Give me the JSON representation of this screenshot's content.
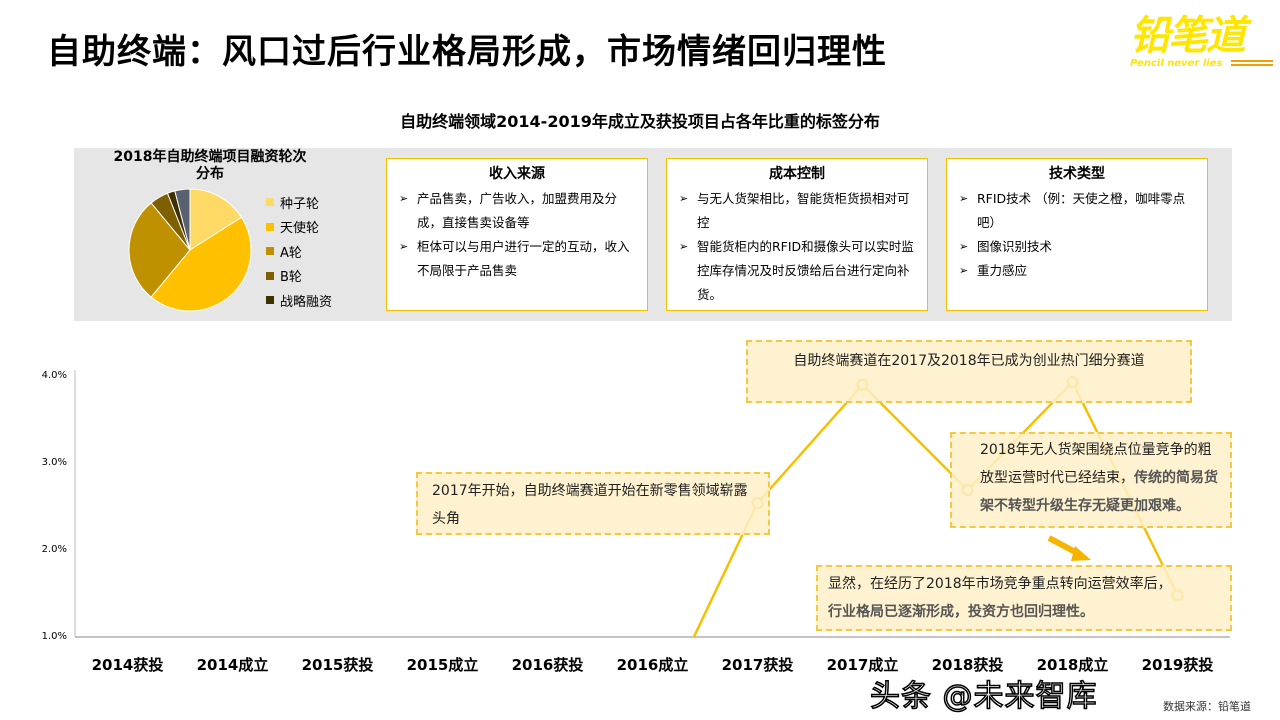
{
  "header": {
    "title": "自助终端：风口过后行业格局形成，市场情绪回归理性",
    "logo_text": "铅笔道",
    "logo_slogan": "Pencil never lies"
  },
  "subtitle": "自助终端领域2014-2019年成立及获投项目占各年比重的标签分布",
  "pie": {
    "title": "2018年自助终端项目融资轮次分布",
    "slices": [
      {
        "label": "种子轮",
        "value": 16,
        "color": "#ffd966"
      },
      {
        "label": "天使轮",
        "value": 45,
        "color": "#ffc000"
      },
      {
        "label": "A轮",
        "value": 28,
        "color": "#bf9000"
      },
      {
        "label": "B轮",
        "value": 5,
        "color": "#7f6000"
      },
      {
        "label": "战略融资",
        "value": 2,
        "color": "#3f3000"
      },
      {
        "label": "",
        "value": 4,
        "color": "#596070"
      }
    ]
  },
  "boxes": [
    {
      "title": "收入来源",
      "items": [
        "产品售卖，广告收入，加盟费用及分成，直接售卖设备等",
        "柜体可以与用户进行一定的互动，收入不局限于产品售卖"
      ]
    },
    {
      "title": "成本控制",
      "items": [
        "与无人货架相比，智能货柜货损相对可控",
        "智能货柜内的RFID和摄像头可以实时监控库存情况及时反馈给后台进行定向补货。"
      ]
    },
    {
      "title": "技术类型",
      "items": [
        "RFID技术  （例：天使之橙，咖啡零点吧）",
        "图像识别技术",
        "重力感应"
      ]
    }
  ],
  "chart_data": {
    "type": "line",
    "categories": [
      "2014获投",
      "2014成立",
      "2015获投",
      "2015成立",
      "2016获投",
      "2016成立",
      "2017获投",
      "2017成立",
      "2018获投",
      "2018成立",
      "2019获投"
    ],
    "values": [
      null,
      null,
      null,
      null,
      null,
      0.0,
      2.54,
      3.9,
      2.69,
      3.93,
      1.48
    ],
    "ylim": [
      1.0,
      4.0
    ],
    "yticks": [
      "1.0%",
      "2.0%",
      "3.0%",
      "4.0%"
    ],
    "color": "#f5c000"
  },
  "notes": {
    "n1": "2017年开始，自助终端赛道开始在新零售领域崭露头角",
    "n2": "自助终端赛道在2017及2018年已成为创业热门细分赛道",
    "n3a": "2018年无人货架围绕点位量竞争的粗放型运营时代已经结束，",
    "n3b": "传统的简易货架不转型升级生存无疑更加艰难。",
    "n4a": "显然，在经历了2018年市场竞争重点转向运营效率后，",
    "n4b": "行业格局已逐渐形成，投资方也回归理性。"
  },
  "watermark": "头条 @未来智库",
  "source": "数据来源：铅笔道"
}
